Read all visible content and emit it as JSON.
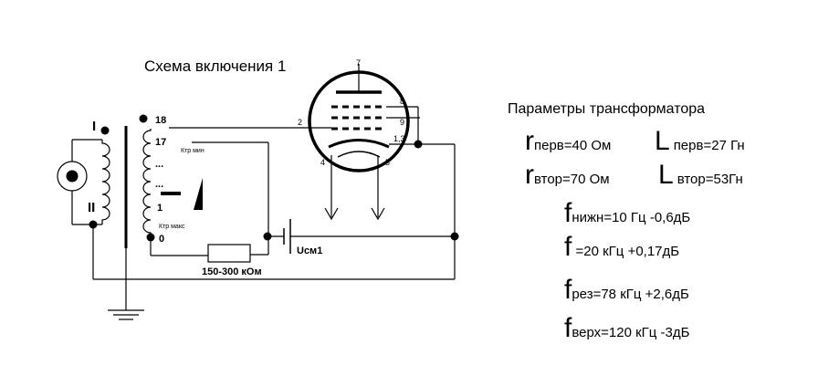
{
  "schematic": {
    "title": "Схема включения 1",
    "winding_labels": {
      "primary": "I",
      "secondary": "II"
    },
    "taps": [
      "18",
      "17",
      "...",
      "...",
      "1",
      "0"
    ],
    "ktr_min": "Ктр мин",
    "ktr_max": "Ктр макс",
    "resistor": "150-300 кОм",
    "bias": "Uсм1",
    "tube_pins": {
      "anode": "7",
      "grid": "2",
      "pin8": "8",
      "pin9": "9",
      "cathode": "1,3",
      "heater4": "4",
      "heater5": "5"
    }
  },
  "params": {
    "title": "Параметры трансформатора",
    "rows": [
      {
        "big": "r",
        "sub": "перв=40 Ом",
        "big2": "L",
        "sub2": "перв=27 Гн"
      },
      {
        "big": "r",
        "sub": "втор=70 Ом",
        "big2": "L",
        "sub2": "втор=53Гн"
      },
      {
        "big": "f",
        "sub": "нижн=10 Гц  -0,6дБ"
      },
      {
        "big": "f",
        "sub": " =20 кГц  +0,17дБ"
      },
      {
        "big": "f",
        "sub": "рез=78 кГц  +2,6дБ"
      },
      {
        "big": "f",
        "sub": "верх=120 кГц  -3дБ"
      }
    ]
  }
}
